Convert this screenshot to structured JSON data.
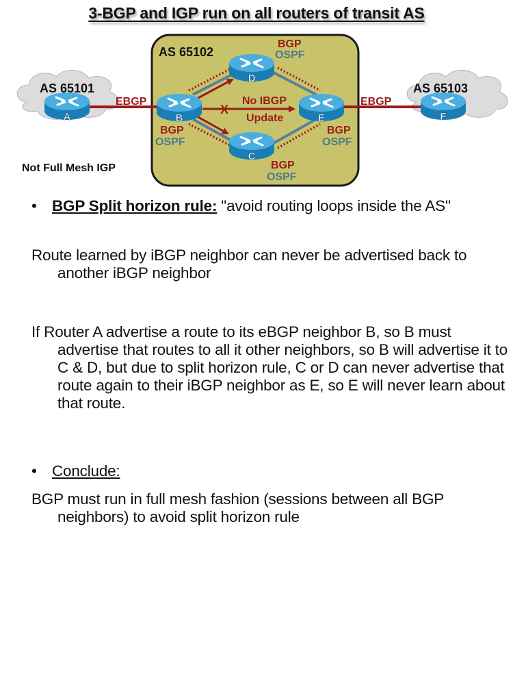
{
  "title": "3-BGP and IGP run on all routers of transit AS",
  "diagram": {
    "colors": {
      "as_box_fill": "#c8c36a",
      "as_box_border": "#1a1a1a",
      "cloud_fill": "#dcdcdc",
      "router_top": "#3fa7d6",
      "router_side": "#1a7db5",
      "link_red": "#9b1b1b",
      "bgp_text": "#9b1b1b",
      "ospf_text": "#4a7a8c",
      "ospf_link": "#5b7f9a"
    },
    "as_left": {
      "label": "AS 65101",
      "router": "A"
    },
    "as_middle": {
      "label": "AS 65102"
    },
    "as_right": {
      "label": "AS 65103",
      "router": "F"
    },
    "ebgp_left_label": "EBGP",
    "ebgp_right_label": "EBGP",
    "routers": {
      "B": {
        "label": "B",
        "protocols": [
          "BGP",
          "OSPF"
        ]
      },
      "C": {
        "label": "C",
        "protocols": [
          "BGP",
          "OSPF"
        ]
      },
      "D": {
        "label": "D",
        "protocols": [
          "BGP",
          "OSPF"
        ]
      },
      "E": {
        "label": "E",
        "protocols": [
          "BGP",
          "OSPF"
        ]
      }
    },
    "no_ibgp_label_line1": "No IBGP",
    "no_ibgp_label_line2": "Update",
    "blocked_mark": "X",
    "note": "Not Full Mesh IGP"
  },
  "body": {
    "bullet_1": {
      "bullet": "•",
      "heading": "BGP Split horizon rule:",
      "text": " \"avoid routing loops inside the AS\""
    },
    "para_1": "Route learned by iBGP neighbor can never be advertised back to another iBGP neighbor",
    "para_2": "If Router A advertise a route to its eBGP neighbor B, so B must advertise that routes to all it other neighbors, so B will advertise it to C & D, but due to split horizon rule, C or D can never advertise that route again to their iBGP neighbor as E, so E will never learn about that route.",
    "bullet_2": {
      "bullet": "•",
      "heading": "Conclude:"
    },
    "para_3": "BGP must run in full mesh fashion (sessions between all BGP neighbors) to avoid split horizon rule"
  }
}
